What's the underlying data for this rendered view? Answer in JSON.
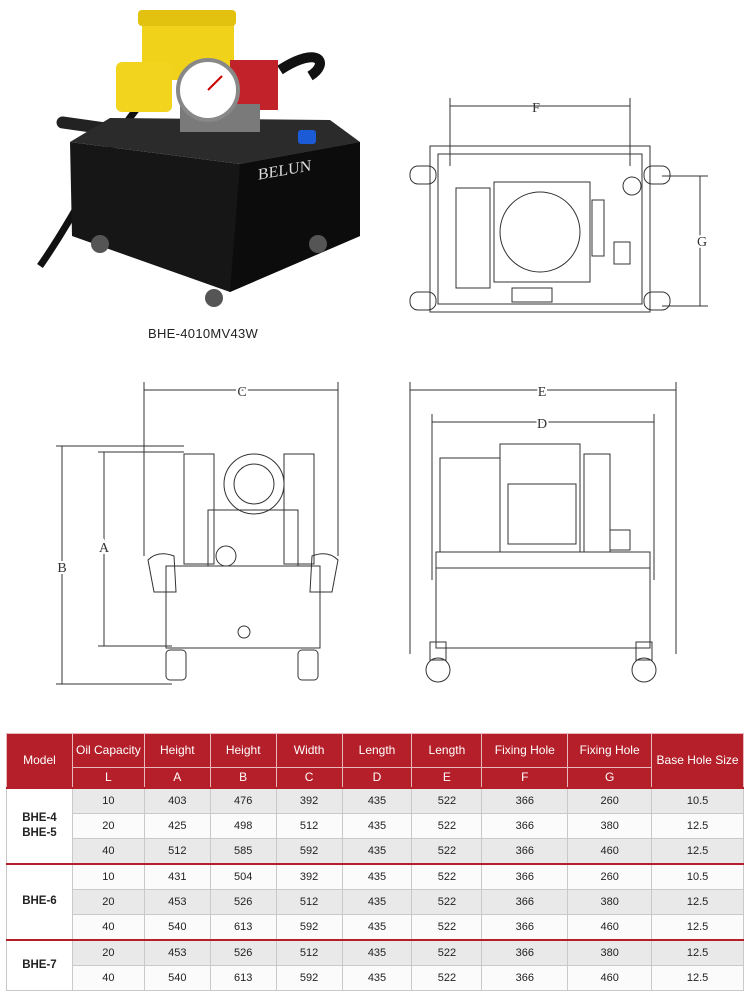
{
  "product": {
    "model_caption": "BHE-4010MV43W",
    "brand_label": "BELUN"
  },
  "drawing_labels": {
    "top_view": {
      "f": "F",
      "g": "G"
    },
    "front_view": {
      "c": "C",
      "a": "A",
      "b": "B"
    },
    "side_view": {
      "e": "E",
      "d": "D"
    }
  },
  "table": {
    "header_top": [
      "Model",
      "Oil Capacity",
      "Height",
      "Height",
      "Width",
      "Length",
      "Length",
      "Fixing Hole",
      "Fixing Hole",
      "Base Hole Size"
    ],
    "header_sub": [
      "L",
      "A",
      "B",
      "C",
      "D",
      "E",
      "F",
      "G"
    ],
    "groups": [
      {
        "model": "BHE-4\nBHE-5",
        "rows": [
          [
            "10",
            "403",
            "476",
            "392",
            "435",
            "522",
            "366",
            "260",
            "10.5"
          ],
          [
            "20",
            "425",
            "498",
            "512",
            "435",
            "522",
            "366",
            "380",
            "12.5"
          ],
          [
            "40",
            "512",
            "585",
            "592",
            "435",
            "522",
            "366",
            "460",
            "12.5"
          ]
        ]
      },
      {
        "model": "BHE-6",
        "rows": [
          [
            "10",
            "431",
            "504",
            "392",
            "435",
            "522",
            "366",
            "260",
            "10.5"
          ],
          [
            "20",
            "453",
            "526",
            "512",
            "435",
            "522",
            "366",
            "380",
            "12.5"
          ],
          [
            "40",
            "540",
            "613",
            "592",
            "435",
            "522",
            "366",
            "460",
            "12.5"
          ]
        ]
      },
      {
        "model": "BHE-7",
        "rows": [
          [
            "20",
            "453",
            "526",
            "512",
            "435",
            "522",
            "366",
            "380",
            "12.5"
          ],
          [
            "40",
            "540",
            "613",
            "592",
            "435",
            "522",
            "366",
            "460",
            "12.5"
          ]
        ]
      }
    ]
  },
  "colors": {
    "header_red": "#b41f2a",
    "motor_yellow": "#f0d21a",
    "tank_black": "#1a1a1a",
    "row_gray": "#e9e9e9"
  }
}
